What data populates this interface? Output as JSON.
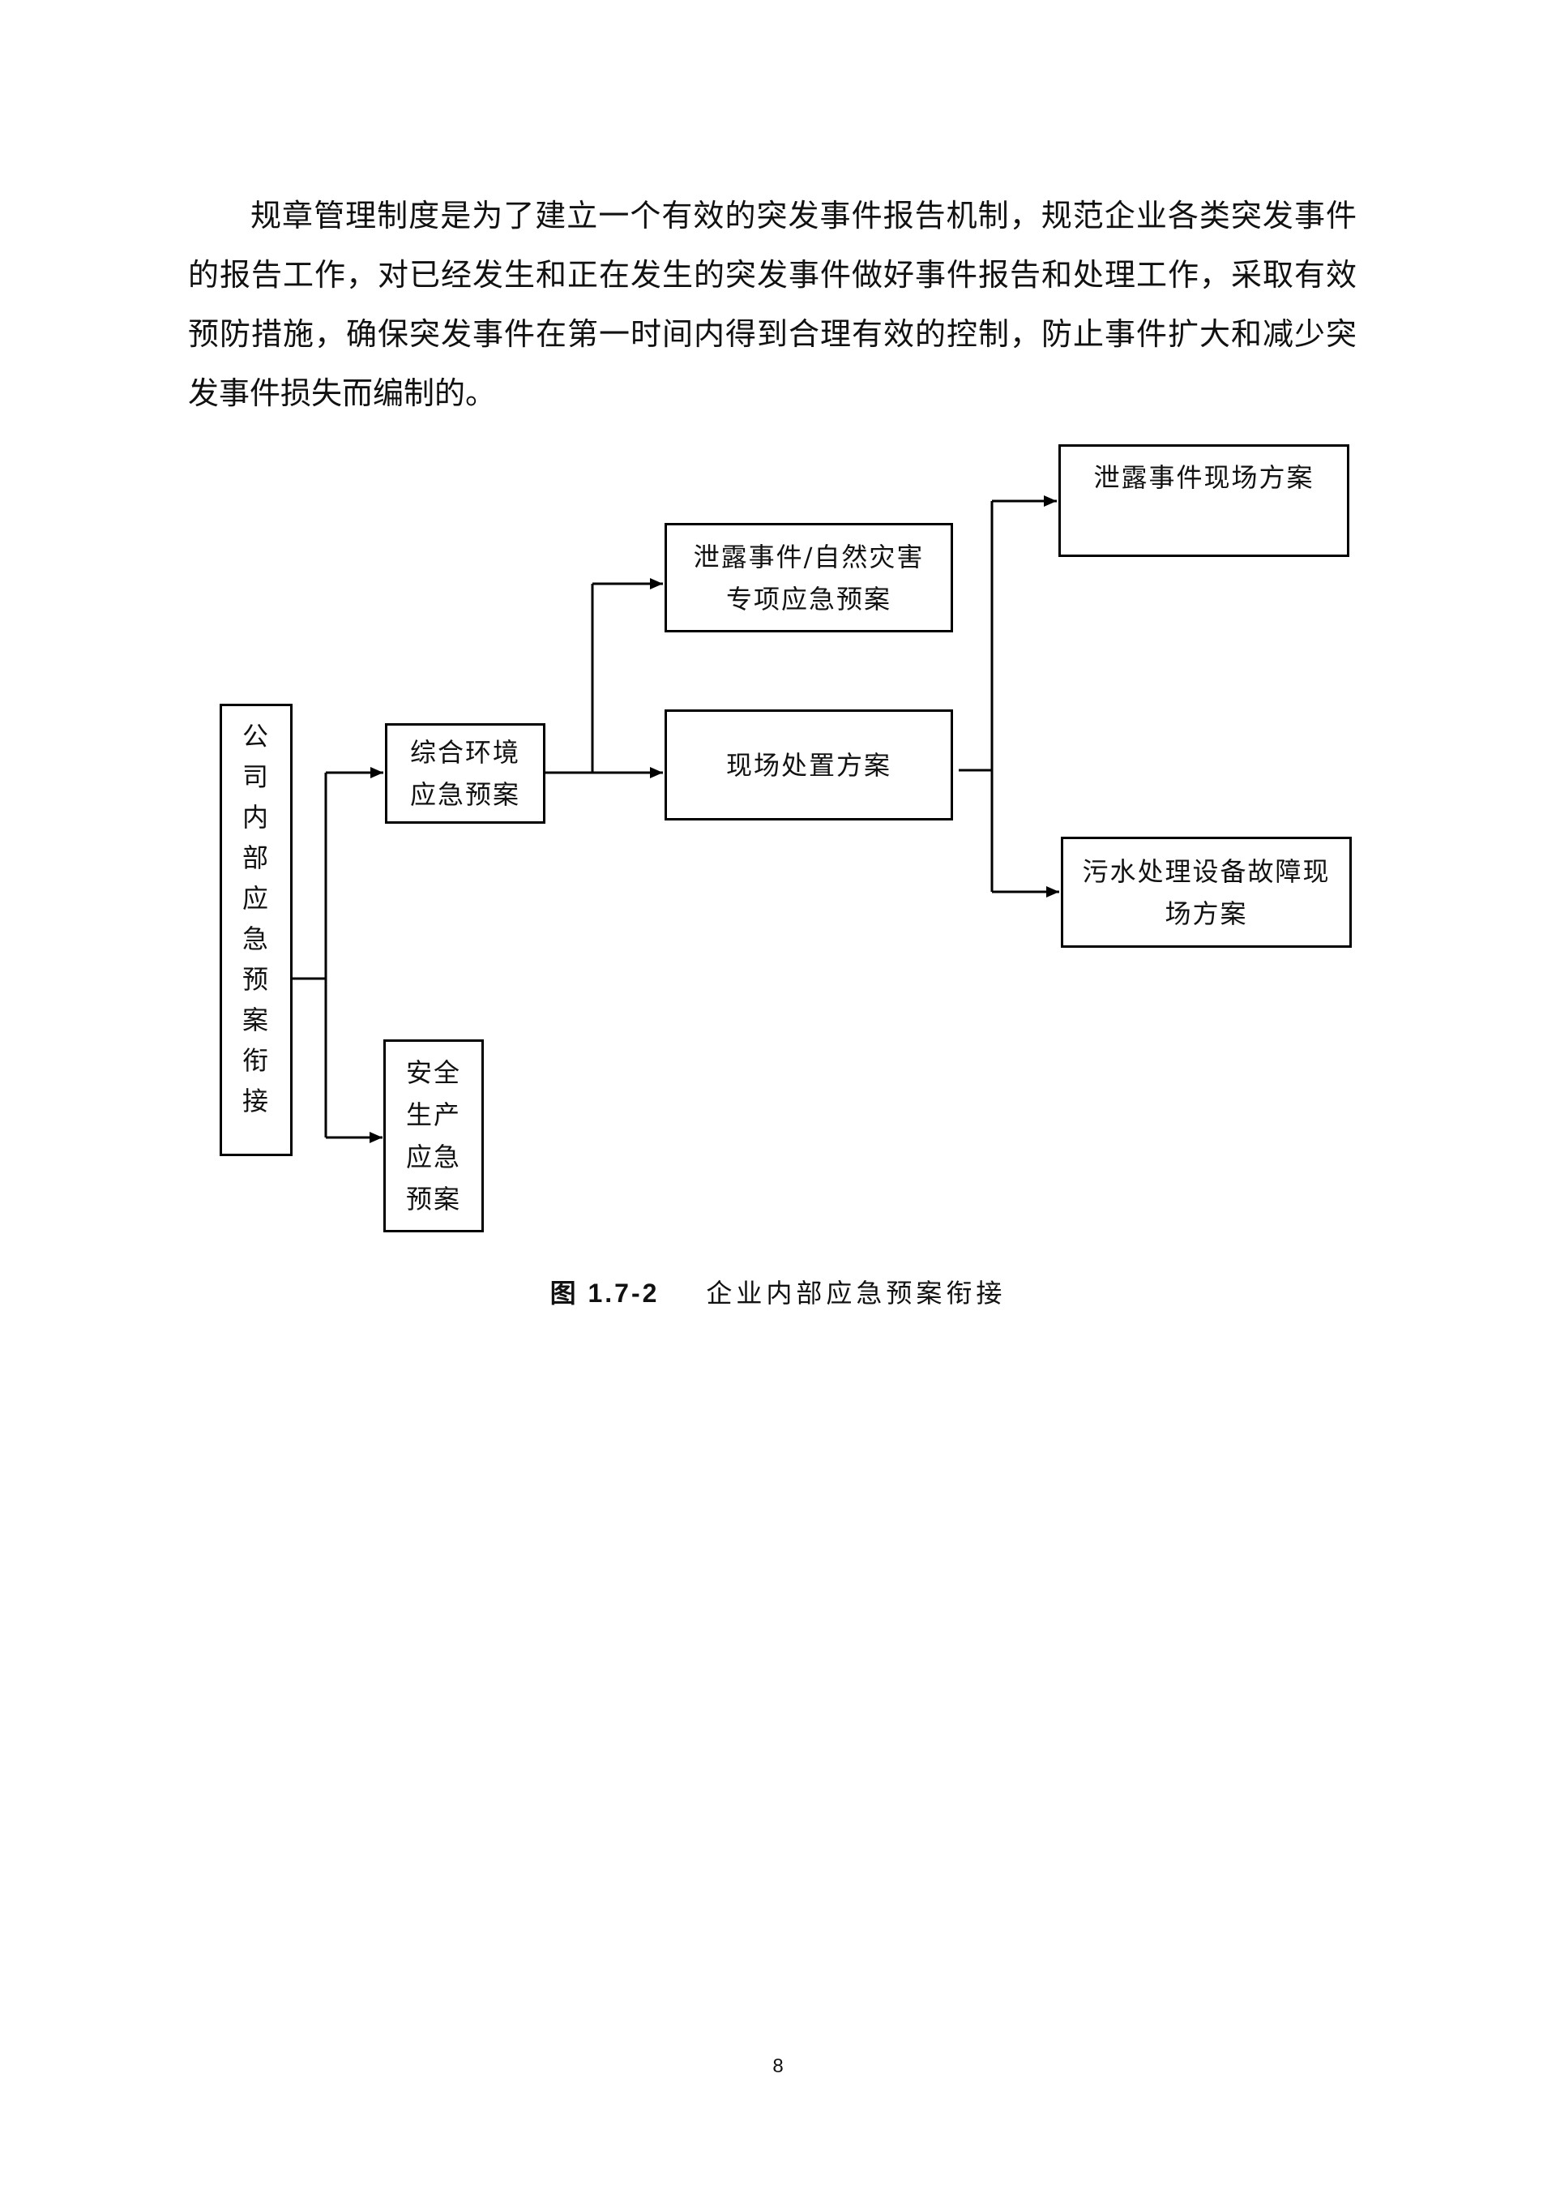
{
  "body_text": "规章管理制度是为了建立一个有效的突发事件报告机制，规范企业各类突发事件的报告工作，对已经发生和正在发生的突发事件做好事件报告和处理工作，采取有效预防措施，确保突发事件在第一时间内得到合理有效的控制，防止事件扩大和减少突发事件损失而编制的。",
  "diagram": {
    "root_chars": [
      "公",
      "司",
      "内",
      "部",
      "应",
      "急",
      "预",
      "案",
      "衔",
      "接"
    ],
    "env_plan": [
      "综合环境",
      "应急预案"
    ],
    "safety_plan": [
      "安全",
      "生产",
      "应急",
      "预案"
    ],
    "special_plan": [
      "泄露事件/自然灾害",
      "专项应急预案"
    ],
    "onsite_plan": "现场处置方案",
    "leak_onsite": "泄露事件现场方案",
    "sewage_onsite": [
      "污水处理设备故障现",
      "场方案"
    ]
  },
  "caption": {
    "number": "图 1.7-2",
    "title": "企业内部应急预案衔接"
  },
  "page_number": "8"
}
